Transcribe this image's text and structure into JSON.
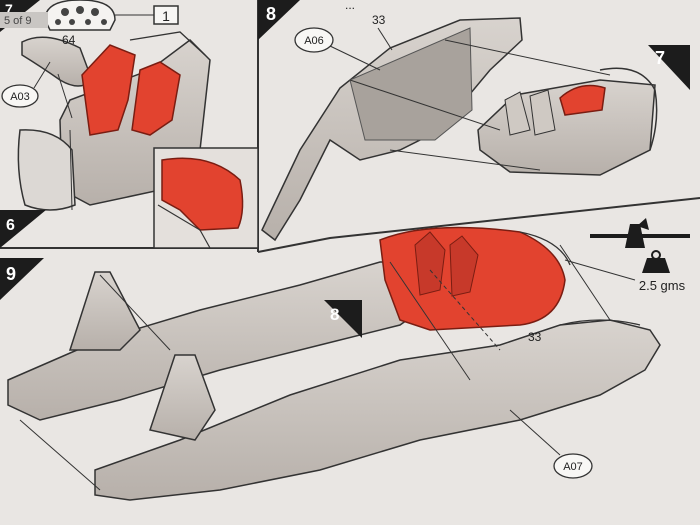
{
  "page_indicator": "5 of 9",
  "steps": {
    "s6": "6",
    "s7a": "7",
    "s7b": "7",
    "s8a": "8",
    "s8b": "8",
    "s9": "9"
  },
  "part_numbers": {
    "p1": "1",
    "p33a": "33",
    "p33b": "33",
    "p64": "64"
  },
  "callouts": {
    "a03": "A03",
    "a06": "A06",
    "a07": "A07"
  },
  "ellipsis": "...",
  "weight_note": "2.5 gms",
  "icons": [
    "aircraft-silhouette-icon",
    "weight-icon"
  ],
  "colors": {
    "paper": "#e9e6e3",
    "part_grey": "#c9c3bd",
    "highlight_red": "#e2432f",
    "step_black": "#1c1c1c",
    "outline": "#333333"
  }
}
